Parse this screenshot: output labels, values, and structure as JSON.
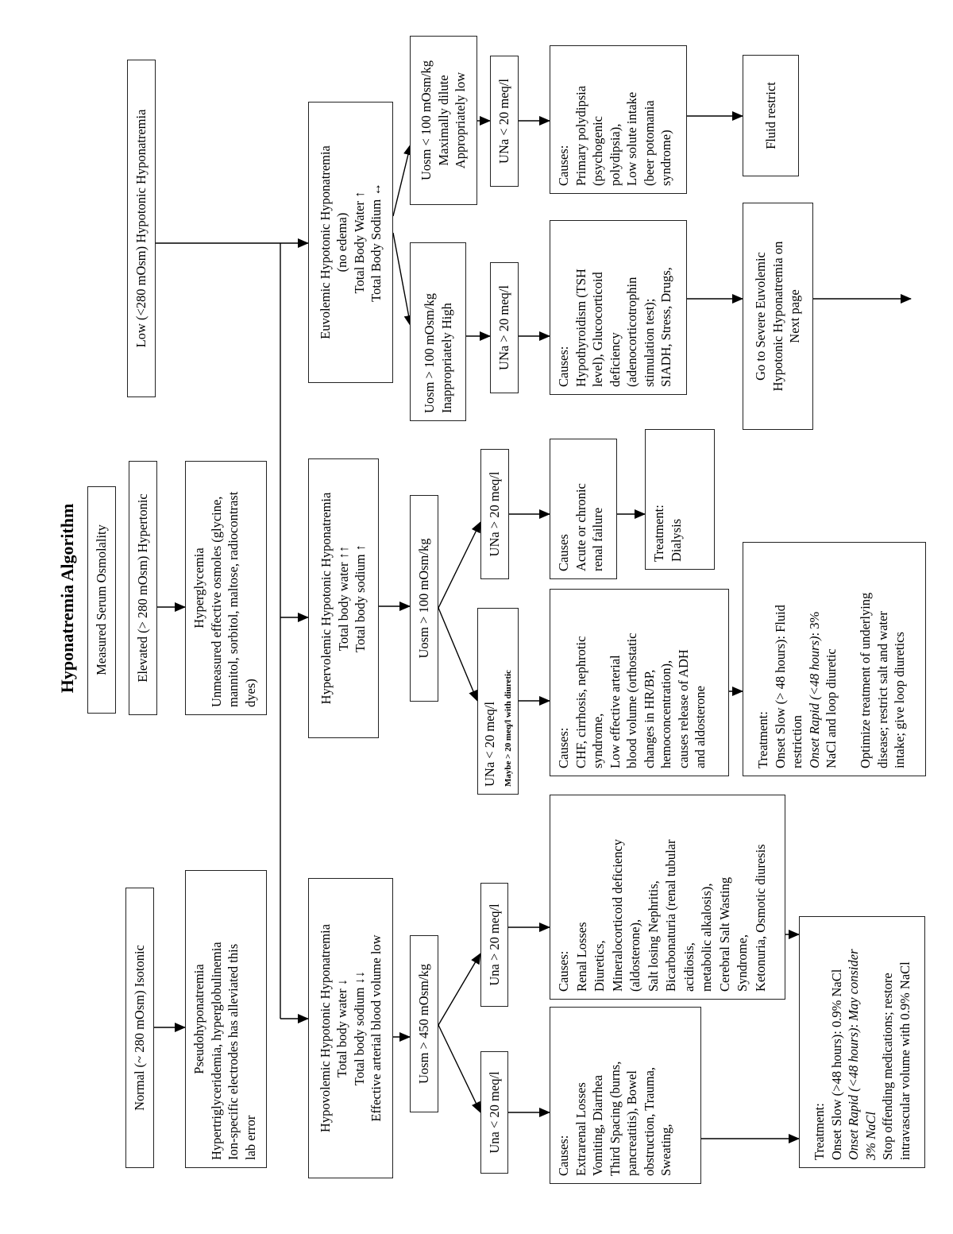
{
  "title": "Hyponatremia Algorithm",
  "boxes": {
    "measured": [
      "Measured Serum Osmolality"
    ],
    "normal": [
      "Normal (~ 280 mOsm) Isotonic"
    ],
    "elevated": [
      "Elevated (> 280 mOsm) Hypertonic"
    ],
    "low": [
      "Low (<280 mOsm) Hypotonic  Hyponatremia"
    ],
    "pseudo": [
      "Pseudohyponatremia",
      "Hypertriglyceridemia, hyperglobulinemia",
      "Ion-specific electrodes has alleviated this",
      "lab error"
    ],
    "hyperglycemia": [
      "Hyperglycemia",
      "Unmeasured effective osmoles (glycine,",
      "mannitol, sorbitol, maltose,  radiocontrast",
      "dyes)"
    ],
    "euvolemic": [
      "Euvolemic Hypotonic Hyponatremia",
      "(no edema)",
      "Total Body Water ↑",
      "Total Body Sodium ↔"
    ],
    "hypervolemic": [
      "Hypervolemic Hypotonic Hyponatremia",
      "Total body water ↑↑",
      "Total body sodium ↑"
    ],
    "hypovolemic": [
      "Hypovolemic Hypotonic Hyponatremia",
      "Total body water ↓",
      "Total body sodium ↓↓",
      "Effective arterial blood volume low"
    ],
    "uosm_lt100": [
      "Uosm < 100 mOsm/kg",
      "Maximally dilute",
      "Appropriately low"
    ],
    "uosm_gt100_euv": [
      "Uosm > 100 mOsm/kg",
      "Inappropriately High"
    ],
    "una_lt20_euv": [
      "UNa < 20 meq/l"
    ],
    "una_gt20_euv": [
      "UNa > 20 meq/l"
    ],
    "causes_polydipsia": [
      "Causes:",
      "Primary polydipsia",
      "(psychogenic",
      "polydipsia),",
      "Low solute intake",
      "(beer potomania",
      "syndrome)"
    ],
    "fluid_restrict": [
      "Fluid restrict"
    ],
    "causes_hypothyroid": [
      "Causes:",
      "Hypothyroidism (TSH",
      "level), Glucocorticoid",
      "deficiency",
      "(adenocorticotrophin",
      "stimulation test);",
      "SIADH, Stress, Drugs,"
    ],
    "goto_severe": [
      "Go to Severe Euvolemic",
      "Hypotonic Hyponatremia on",
      "Next page"
    ],
    "uosm_hyper": [
      "Uosm > 100 mOsm/kg"
    ],
    "una_gt20_hyper": [
      "UNa > 20 meq/l"
    ],
    "una_lt20_hyper": [
      "UNa < 20 meq/l",
      [
        {
          "s": "Maybe > 20 meq/l with diuretic"
        }
      ]
    ],
    "causes_renal_failure": [
      "Causes",
      "Acute or chronic",
      "renal failure"
    ],
    "dialysis": [
      "Treatment:",
      "Dialysis"
    ],
    "causes_chf": [
      "Causes:",
      "CHF, cirrhosis, nephrotic",
      "syndrome,",
      "Low effective arterial",
      "blood volume (orthostatic",
      "changes in HR/BP,",
      "hemoconcentration),",
      "causes release of ADH",
      "and aldosterone"
    ],
    "treatment_hyper": [
      "Treatment:",
      "Onset Slow (> 48 hours): Fluid",
      "restriction",
      [
        {
          "i": "Onset Rapid (<48 hours)"
        },
        {
          "t": ": 3%"
        }
      ],
      "NaCl and loop diuretic",
      "",
      "Optimize treatment of underlying",
      "disease; restrict salt and water",
      "intake; give loop diuretics"
    ],
    "uosm_450": [
      "Uosm > 450 mOsm/kg"
    ],
    "una_gt20_hypo": [
      "Una > 20 meq/l"
    ],
    "una_lt20_hypo": [
      "Una < 20 meq/l"
    ],
    "causes_renal_losses": [
      "Causes:",
      "Renal Losses",
      "Diuretics,",
      "Mineralocorticoid deficiency",
      "(aldosterone),",
      "Salt losing Nephritis,",
      "Bicarbonaturia (renal tubular",
      "acidiosis,",
      "metabolic alkalosis),",
      "Cerebral Salt Wasting",
      "Syndrome,",
      "Ketonuria, Osmotic diuresis"
    ],
    "causes_extrarenal": [
      "Causes:",
      "Extrarenal Losses",
      "Vomiting, Diarrhea",
      "Third Spacing (burns,",
      "pancreatitis), Bowel",
      "obstruction, Trauma,",
      "Sweating,"
    ],
    "treatment_hypo": [
      "Treatment:",
      "Onset Slow (>48 hours): 0.9% NaCl",
      [
        {
          "i": "Onset Rapid (<48 hours)"
        },
        {
          "t": ": "
        },
        {
          "i": "May consider"
        }
      ],
      [
        {
          "i": "3% NaCl"
        }
      ],
      "Stop offending medications; restore",
      "intravascular volume with 0.9% NaCl"
    ]
  }
}
